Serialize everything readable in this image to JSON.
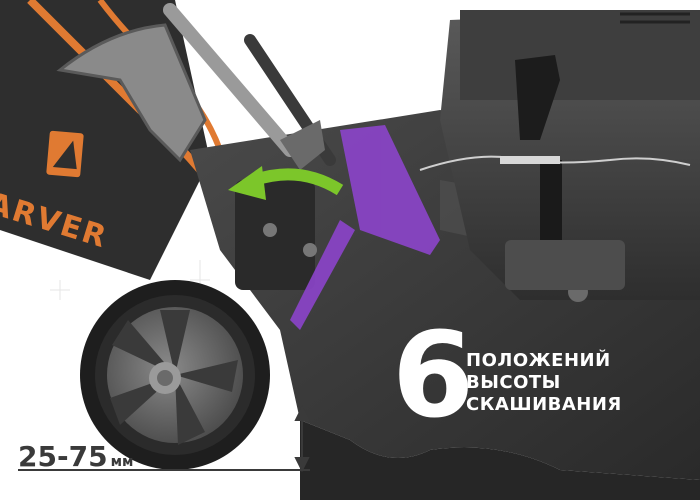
{
  "product": {
    "brand_text": "ARVER",
    "feature_count": "6",
    "feature_lines": [
      "ПОЛОЖЕНИЙ",
      "ВЫСОТЫ",
      "СКАШИВАНИЯ"
    ],
    "cut_height_range": "25-75",
    "cut_height_unit": "мм"
  },
  "colors": {
    "housing": "#3b3b3b",
    "lever": "#8a44c8",
    "arrow": "#7cc62a",
    "accent": "#e07a32",
    "text_dark": "#3a3a3a"
  },
  "icons": [
    "rotation-arrow-icon",
    "height-arrow-icon",
    "brand-logo-icon"
  ]
}
